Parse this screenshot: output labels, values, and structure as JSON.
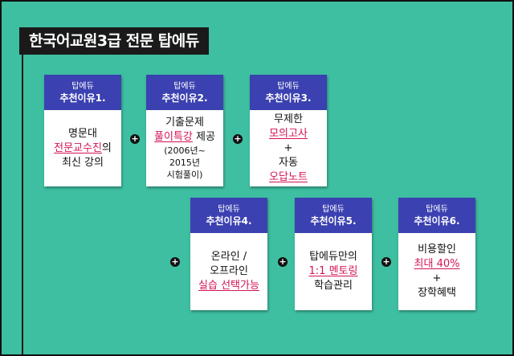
{
  "title": "한국어교원3급 전문 탑에듀",
  "card_label": "탑에듀",
  "plus_symbol": "+",
  "cards": [
    {
      "head": "추천이유1.",
      "lines": [
        {
          "parts": [
            {
              "text": "명문대"
            }
          ]
        },
        {
          "parts": [
            {
              "text": "전문교수진",
              "hl": true
            },
            {
              "text": "의"
            }
          ]
        },
        {
          "parts": [
            {
              "text": "최신 강의"
            }
          ]
        }
      ]
    },
    {
      "head": "추천이유2.",
      "lines": [
        {
          "parts": [
            {
              "text": "기출문제"
            }
          ]
        },
        {
          "parts": [
            {
              "text": "풀이특강",
              "hl": true
            },
            {
              "text": " 제공"
            }
          ]
        },
        {
          "parts": [
            {
              "text": "(2006년~"
            }
          ],
          "small": true
        },
        {
          "parts": [
            {
              "text": "2015년"
            }
          ],
          "small": true
        },
        {
          "parts": [
            {
              "text": "시험풀이)"
            }
          ],
          "small": true
        }
      ]
    },
    {
      "head": "추천이유3.",
      "lines": [
        {
          "parts": [
            {
              "text": "무제한"
            }
          ]
        },
        {
          "parts": [
            {
              "text": "모의고사",
              "hl": true
            }
          ]
        },
        {
          "parts": [
            {
              "text": "+"
            }
          ]
        },
        {
          "parts": [
            {
              "text": "자동"
            }
          ]
        },
        {
          "parts": [
            {
              "text": "오답노트",
              "hl": true
            }
          ]
        }
      ]
    },
    {
      "head": "추천이유4.",
      "lines": [
        {
          "parts": [
            {
              "text": "온라인 /"
            }
          ]
        },
        {
          "parts": [
            {
              "text": "오프라인"
            }
          ]
        },
        {
          "parts": [
            {
              "text": "실습 선택가능",
              "hl": true
            }
          ]
        }
      ]
    },
    {
      "head": "추천이유5.",
      "lines": [
        {
          "parts": [
            {
              "text": "탑에듀만의"
            }
          ]
        },
        {
          "parts": [
            {
              "text": "1:1 멘토링",
              "hl": true
            }
          ]
        },
        {
          "parts": [
            {
              "text": "학습관리"
            }
          ]
        }
      ]
    },
    {
      "head": "추천이유6.",
      "lines": [
        {
          "parts": [
            {
              "text": "비용할인"
            }
          ]
        },
        {
          "parts": [
            {
              "text": "최대 40%",
              "hl": true
            }
          ]
        },
        {
          "parts": [
            {
              "text": "+"
            }
          ]
        },
        {
          "parts": [
            {
              "text": "장학혜택"
            }
          ]
        }
      ]
    }
  ],
  "colors": {
    "background": "#3fbfa1",
    "card_header": "#3b41b0",
    "highlight": "#d31452",
    "title_bg": "#1a1a1a"
  }
}
